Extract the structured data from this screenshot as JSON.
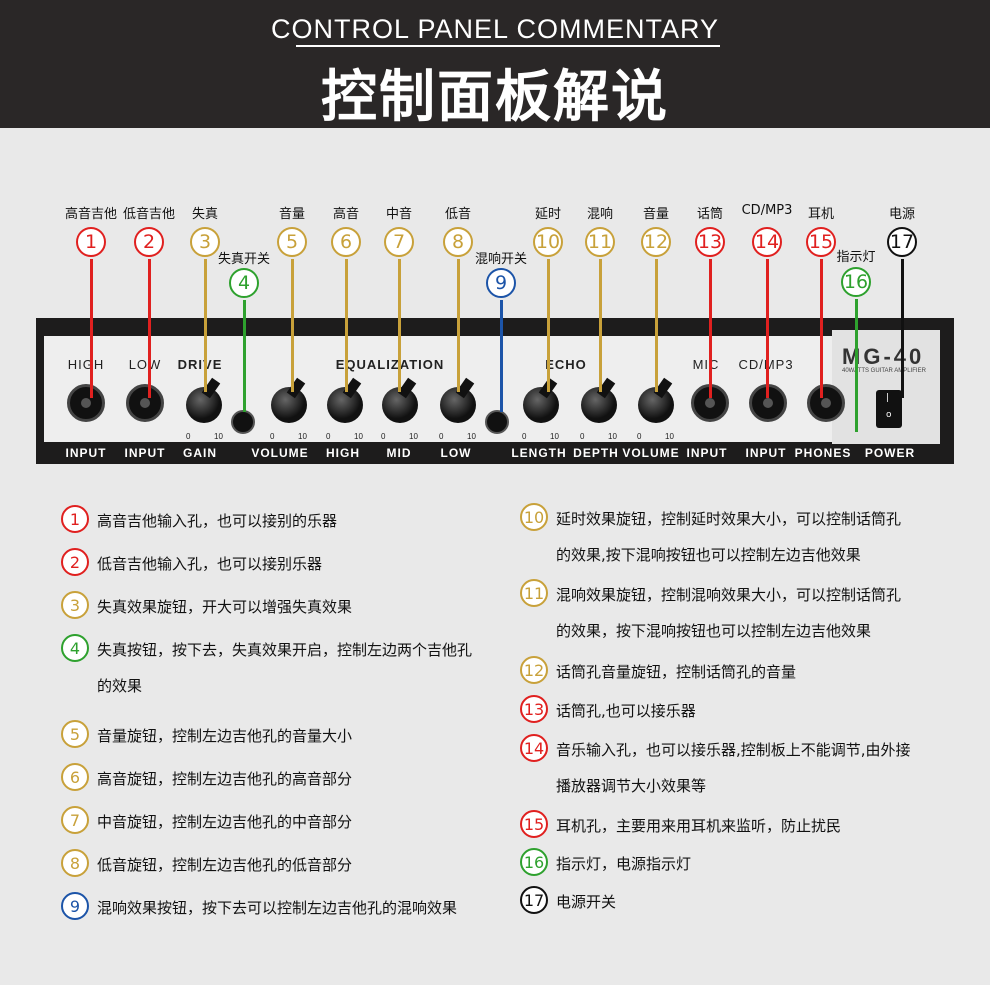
{
  "header": {
    "en_title": "CONTROL PANEL COMMENTARY",
    "cn_title": "控制面板解说"
  },
  "colors": {
    "red": "#e0201f",
    "gold": "#c8a13a",
    "green": "#2ea12e",
    "blue": "#1c54a8",
    "black": "#111111",
    "header_bg": "#2a2727"
  },
  "callouts": [
    {
      "num": "1",
      "label": "高音吉他",
      "color": "red"
    },
    {
      "num": "2",
      "label": "低音吉他",
      "color": "red"
    },
    {
      "num": "3",
      "label": "失真",
      "color": "gold"
    },
    {
      "num": "4",
      "label": "失真开关",
      "color": "green"
    },
    {
      "num": "5",
      "label": "音量",
      "color": "gold"
    },
    {
      "num": "6",
      "label": "高音",
      "color": "gold"
    },
    {
      "num": "7",
      "label": "中音",
      "color": "gold"
    },
    {
      "num": "8",
      "label": "低音",
      "color": "gold"
    },
    {
      "num": "9",
      "label": "混响开关",
      "color": "blue"
    },
    {
      "num": "10",
      "label": "延时",
      "color": "gold"
    },
    {
      "num": "11",
      "label": "混响",
      "color": "gold"
    },
    {
      "num": "12",
      "label": "音量",
      "color": "gold"
    },
    {
      "num": "13",
      "label": "话筒",
      "color": "red"
    },
    {
      "num": "14",
      "label": "CD/MP3",
      "color": "red"
    },
    {
      "num": "15",
      "label": "耳机",
      "color": "red"
    },
    {
      "num": "16",
      "label": "指示灯",
      "color": "green"
    },
    {
      "num": "17",
      "label": "电源",
      "color": "black"
    }
  ],
  "panel": {
    "top_labels": {
      "high": "HIGH",
      "low": "LOW",
      "drive": "DRIVE",
      "equalization": "EQUALIZATION",
      "echo": "ECHO",
      "mic": "MIC",
      "cdmp3": "CD/MP3"
    },
    "bottom_labels": {
      "input1": "INPUT",
      "input2": "INPUT",
      "gain": "GAIN",
      "volume": "VOLUME",
      "high": "HIGH",
      "mid": "MID",
      "low": "LOW",
      "length": "LENGTH",
      "depth": "DEPTH",
      "volume2": "VOLUME",
      "input3": "INPUT",
      "input4": "INPUT",
      "phones": "PHONES",
      "power": "POWER"
    },
    "scale_min": "0",
    "scale_max": "10",
    "model": "MG-40",
    "model_sub": "40WATTS GUITAR AMPLIFIER"
  },
  "descriptions": {
    "left": [
      {
        "num": "1",
        "color": "red",
        "lines": [
          "高音吉他输入孔，也可以接别的乐器"
        ]
      },
      {
        "num": "2",
        "color": "red",
        "lines": [
          "低音吉他输入孔，也可以接别乐器"
        ]
      },
      {
        "num": "3",
        "color": "gold",
        "lines": [
          "失真效果旋钮，开大可以增强失真效果"
        ]
      },
      {
        "num": "4",
        "color": "green",
        "lines": [
          "失真按钮，按下去，失真效果开启，控制左边两个吉他孔",
          "的效果"
        ]
      },
      {
        "num": "5",
        "color": "gold",
        "lines": [
          "音量旋钮，控制左边吉他孔的音量大小"
        ]
      },
      {
        "num": "6",
        "color": "gold",
        "lines": [
          "高音旋钮，控制左边吉他孔的高音部分"
        ]
      },
      {
        "num": "7",
        "color": "gold",
        "lines": [
          "中音旋钮，控制左边吉他孔的中音部分"
        ]
      },
      {
        "num": "8",
        "color": "gold",
        "lines": [
          "低音旋钮，控制左边吉他孔的低音部分"
        ]
      },
      {
        "num": "9",
        "color": "blue",
        "lines": [
          "混响效果按钮，按下去可以控制左边吉他孔的混响效果"
        ]
      }
    ],
    "right": [
      {
        "num": "10",
        "color": "gold",
        "lines": [
          "延时效果旋钮，控制延时效果大小，可以控制话筒孔",
          "的效果,按下混响按钮也可以控制左边吉他效果"
        ]
      },
      {
        "num": "11",
        "color": "gold",
        "lines": [
          "混响效果旋钮，控制混响效果大小，可以控制话筒孔",
          "的效果，按下混响按钮也可以控制左边吉他效果"
        ]
      },
      {
        "num": "12",
        "color": "gold",
        "lines": [
          "话筒孔音量旋钮，控制话筒孔的音量"
        ]
      },
      {
        "num": "13",
        "color": "red",
        "lines": [
          "话筒孔,也可以接乐器"
        ]
      },
      {
        "num": "14",
        "color": "red",
        "lines": [
          "音乐输入孔，也可以接乐器,控制板上不能调节,由外接",
          "播放器调节大小效果等"
        ]
      },
      {
        "num": "15",
        "color": "red",
        "lines": [
          "耳机孔，主要用来用耳机来监听，防止扰民"
        ]
      },
      {
        "num": "16",
        "color": "green",
        "lines": [
          "指示灯，电源指示灯"
        ]
      },
      {
        "num": "17",
        "color": "black",
        "lines": [
          "电源开关"
        ]
      }
    ]
  }
}
